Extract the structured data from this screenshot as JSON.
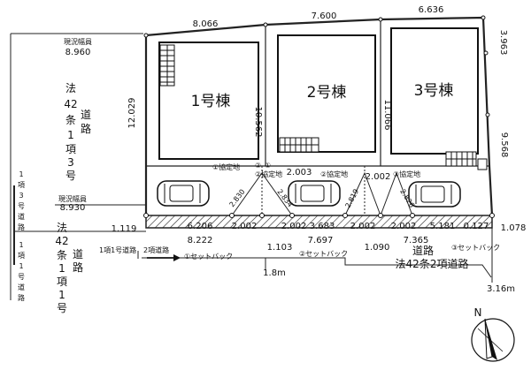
{
  "road_left": {
    "current_width_label": "現況幅員",
    "current_width": "8.960",
    "current_width_lower": "8.930",
    "name_upper": [
      "法",
      "42",
      "条",
      "1",
      "項",
      "3",
      "号"
    ],
    "name_upper_road": [
      "道",
      "路"
    ],
    "name_lower": [
      "法",
      "42",
      "条",
      "1",
      "項",
      "1",
      "号"
    ],
    "name_lower_road": [
      "道",
      "路"
    ],
    "side_top": [
      "1",
      "項",
      "3",
      "号",
      "道",
      "路"
    ],
    "side_bottom": [
      "1",
      "項",
      "1",
      "号",
      "道",
      "路"
    ]
  },
  "buildings": [
    {
      "label": "1号棟"
    },
    {
      "label": "2号棟"
    },
    {
      "label": "3号棟"
    }
  ],
  "dimensions": {
    "top_1": "8.066",
    "top_2": "7.600",
    "top_3": "6.636",
    "right_upper": "3.963",
    "right_lower": "9.568",
    "left_depth": "12.029",
    "lot1_depth": "10.562",
    "lot2_depth": "11.066",
    "left_end": "1.119",
    "right_end": "1.078",
    "frontage_1": "6.206",
    "frontage_1_total": "8.222",
    "seg_a": "2.002",
    "seg_b": "2.002",
    "seg_c": "2.002",
    "seg_d": "2.002",
    "seg_top_1": "2.003",
    "seg_top_2": "2.002",
    "mid_1": "3.683",
    "mid_total": "7.697",
    "right_1": "5.181",
    "right_total": "7.365",
    "small_1": "1.103",
    "small_2": "1.090",
    "small_3": "0.127",
    "diag_1": "2.830",
    "diag_2": "2.834",
    "diag_3": "2.819",
    "diag_4": "2.826",
    "road_width_1": "1.8m",
    "road_width_2": "3.16m"
  },
  "labels": {
    "agreement_1": "①協定地",
    "agreement_2": "②協定地",
    "agreement_2_circ": "②",
    "agreement_1_circ": "①",
    "agreement_2b": "②協定地",
    "agreement_3": "③協定地",
    "setback_1": "①セットバック",
    "setback_2": "②セットバック",
    "setback_3": "③セットバック",
    "road_type_1": "1項1号道路",
    "road_type_2": "2項道路",
    "front_road": "道路",
    "front_road_type": "法42条2項道路",
    "north": "N"
  }
}
